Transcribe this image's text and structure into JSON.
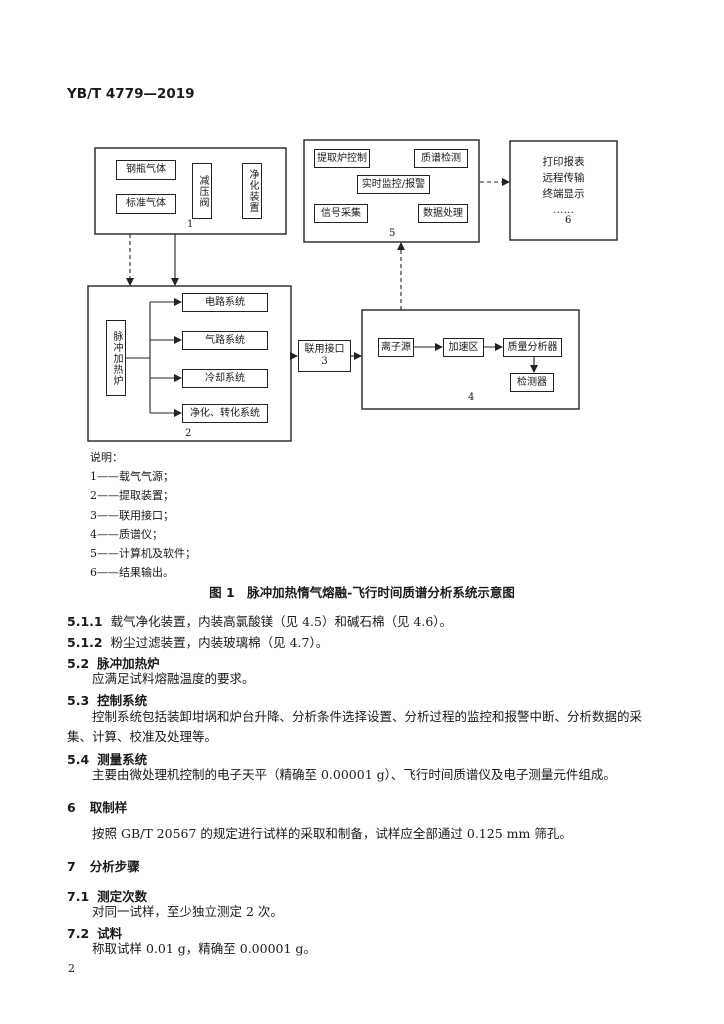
{
  "header": {
    "code": "YB/T 4779—2019"
  },
  "figure": {
    "box1": {
      "label1": "钢瓶气体",
      "label2": "标准气体",
      "label3": "减压阀",
      "label4": "净化装置",
      "num": "1"
    },
    "box2": {
      "label": "脉冲加热炉",
      "items": [
        "电路系统",
        "气路系统",
        "冷却系统",
        "净化、转化系统"
      ],
      "num": "2"
    },
    "box3": {
      "label": "联用接口",
      "num": "3"
    },
    "box4": {
      "items": [
        "离子源",
        "加速区",
        "质量分析器",
        "检测器"
      ],
      "num": "4"
    },
    "box5": {
      "items": [
        "提取炉控制",
        "质谱检测",
        "实时监控/报警",
        "信号采集",
        "数据处理"
      ],
      "num": "5"
    },
    "box6": {
      "lines": [
        "打印报表",
        "远程传输",
        "终端显示",
        "……"
      ],
      "num": "6"
    }
  },
  "legend": {
    "title": "说明：",
    "items": [
      "1——载气气源；",
      "2——提取装置；",
      "3——联用接口；",
      "4——质谱仪；",
      "5——计算机及软件；",
      "6——结果输出。"
    ]
  },
  "caption": "图 1　脉冲加热惰气熔融-飞行时间质谱分析系统示意图",
  "sections": {
    "s511": {
      "num": "5.1.1",
      "text": "载气净化装置，内装高氯酸镁（见 4.5）和碱石棉（见 4.6）。"
    },
    "s512": {
      "num": "5.1.2",
      "text": "粉尘过滤装置，内装玻璃棉（见 4.7）。"
    },
    "s52": {
      "num": "5.2",
      "title": "脉冲加热炉",
      "body": "应满足试料熔融温度的要求。"
    },
    "s53": {
      "num": "5.3",
      "title": "控制系统",
      "body1": "控制系统包括装卸坩埚和炉台升降、分析条件选择设置、分析过程的监控和报警中断、分析数据的采",
      "body2": "集、计算、校准及处理等。"
    },
    "s54": {
      "num": "5.4",
      "title": "测量系统",
      "body": "主要由微处理机控制的电子天平（精确至 0.00001 g）、飞行时间质谱仪及电子测量元件组成。"
    },
    "s6": {
      "num": "6",
      "title": "取制样",
      "body": "按照 GB/T 20567 的规定进行试样的采取和制备，试样应全部通过 0.125 mm 筛孔。"
    },
    "s7": {
      "num": "7",
      "title": "分析步骤"
    },
    "s71": {
      "num": "7.1",
      "title": "测定次数",
      "body": "对同一试样，至少独立测定 2 次。"
    },
    "s72": {
      "num": "7.2",
      "title": "试料",
      "body": "称取试样 0.01 g，精确至 0.00001 g。"
    }
  },
  "page_number": "2"
}
